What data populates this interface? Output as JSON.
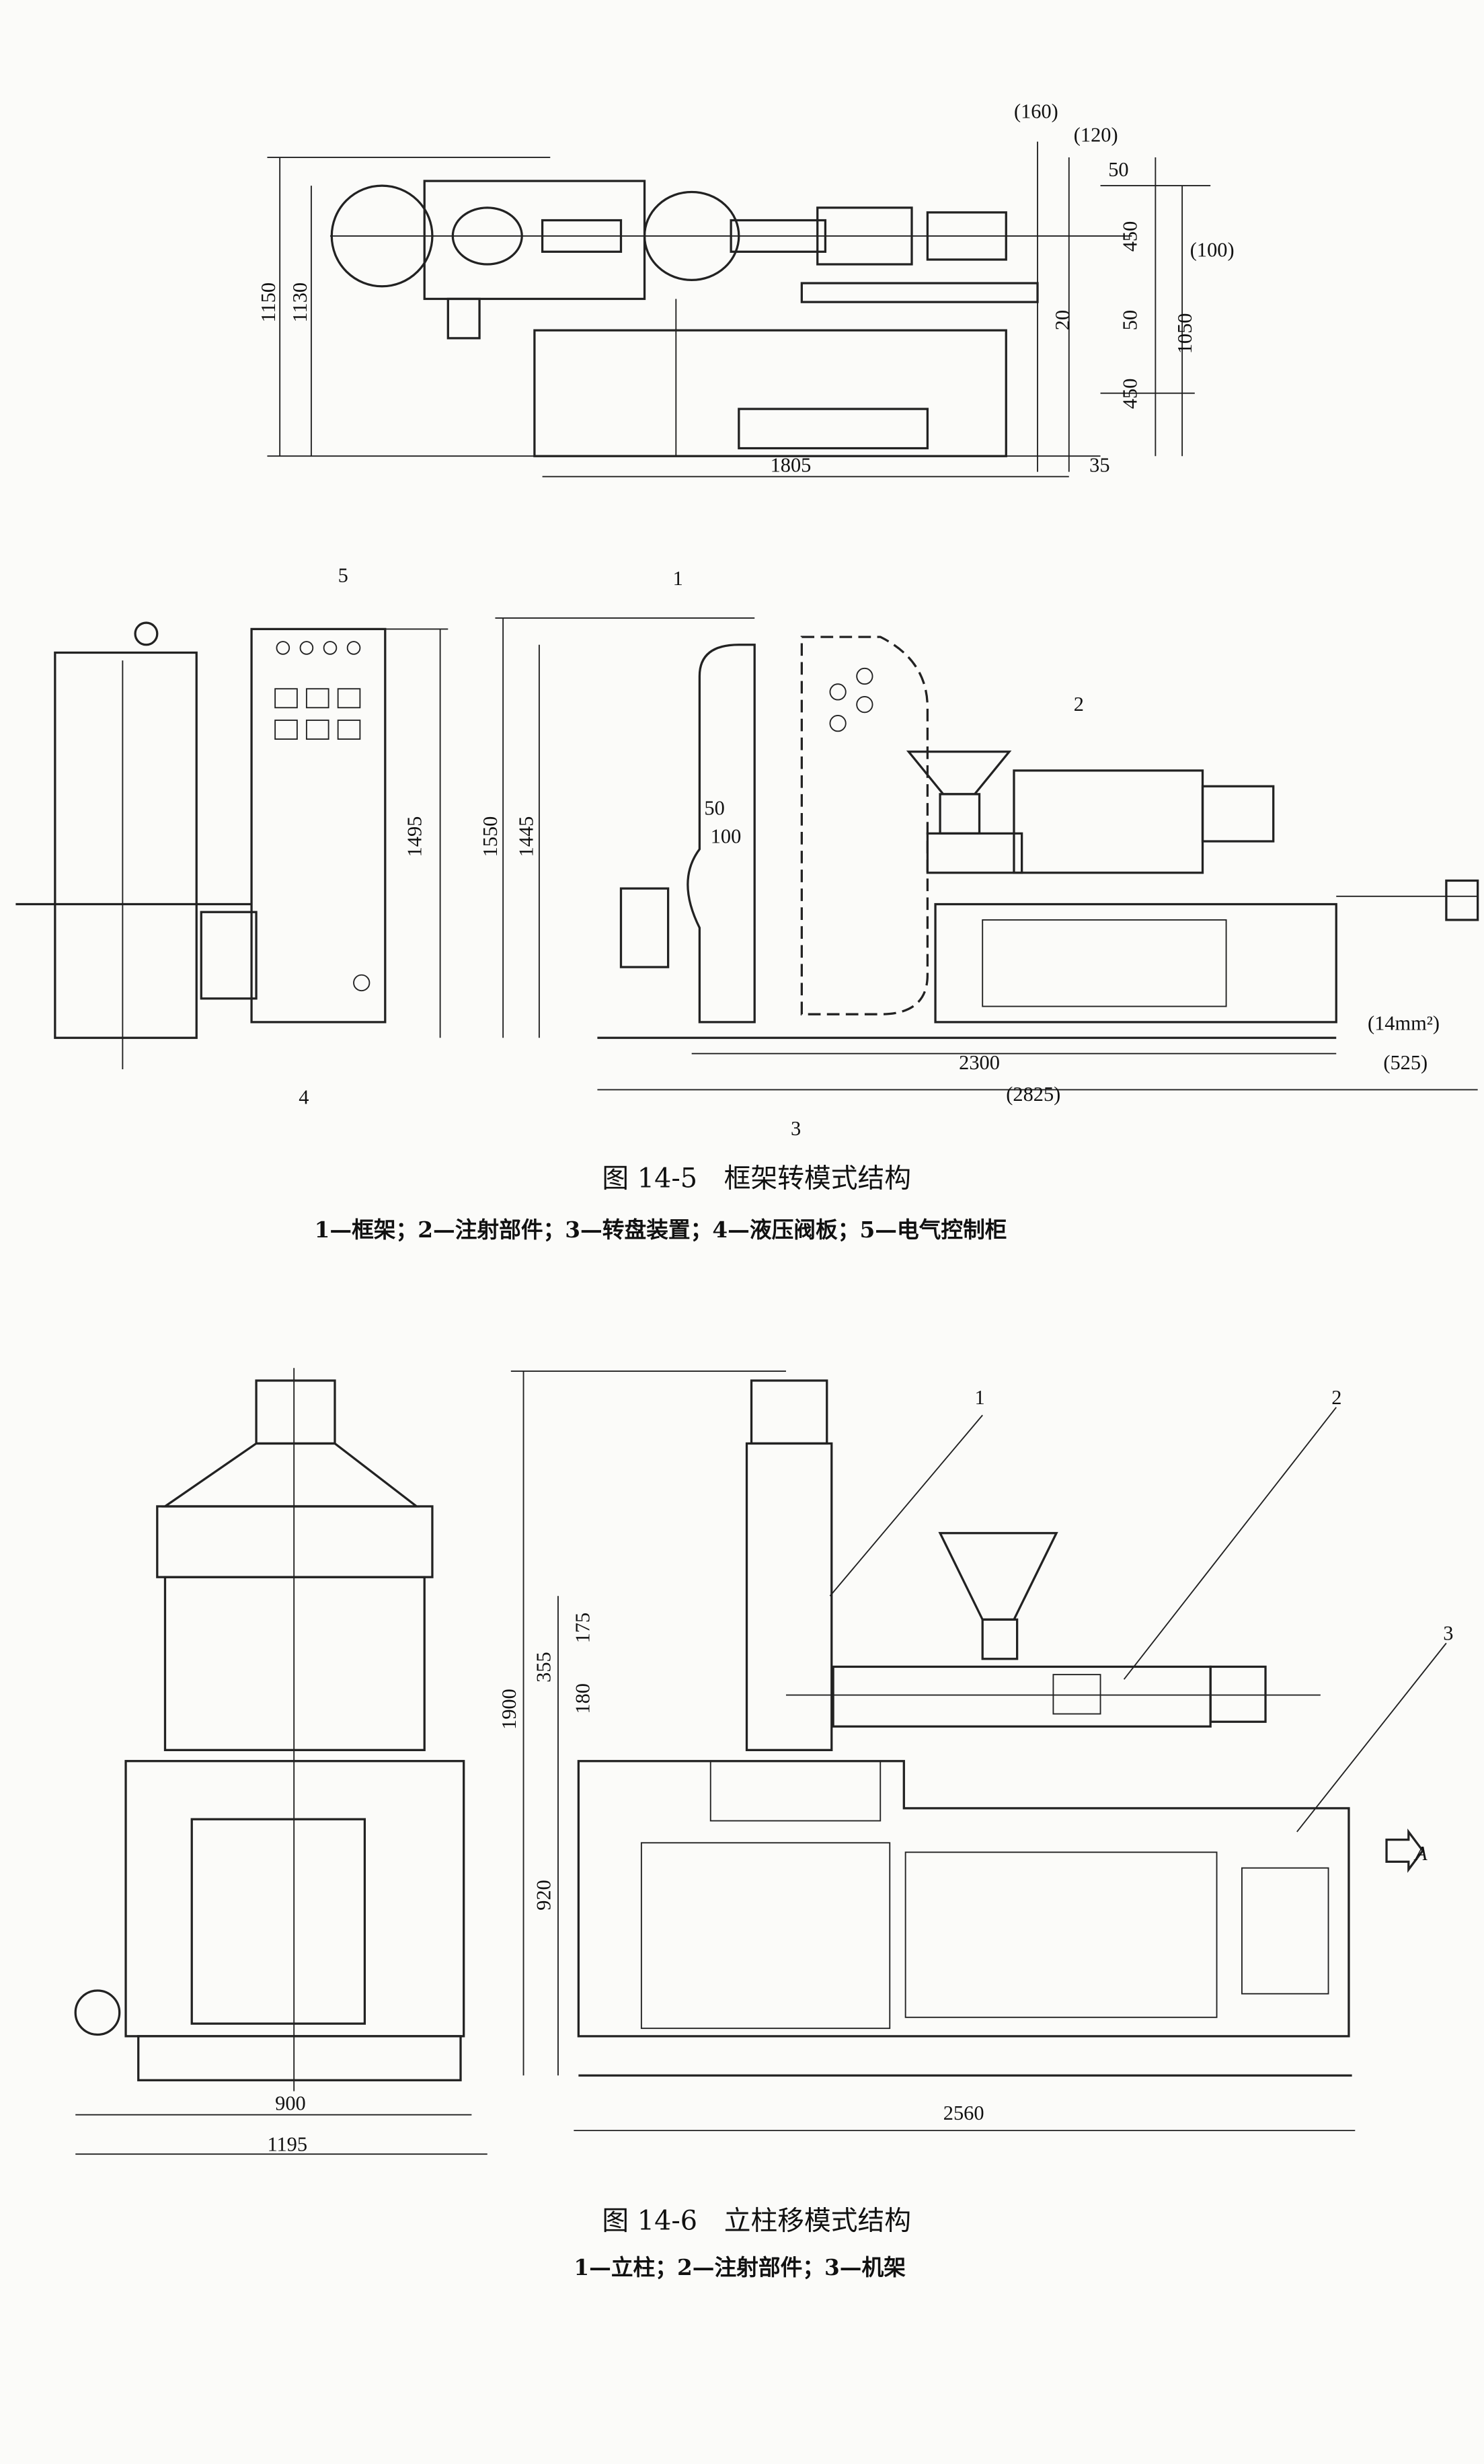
{
  "fig14_5": {
    "top_dims": {
      "d160": "(160)",
      "d120": "(120)",
      "d50a": "50",
      "d450a": "450",
      "d100": "(100)",
      "d50b": "50",
      "d1050": "1050",
      "d450b": "450",
      "d20": "20",
      "d1805": "1805",
      "d35": "35",
      "d1150": "1150",
      "d1130": "1130"
    },
    "mid_dims": {
      "n5": "5",
      "d1495": "1495",
      "n1": "1",
      "n2": "2",
      "d50": "50",
      "d100": "100",
      "d1550": "1550",
      "d1445": "1445",
      "d14mm": "(14mm²)",
      "d2300": "2300",
      "d525": "(525)",
      "d2825": "(2825)",
      "n3": "3",
      "n4": "4"
    },
    "caption": "图 14-5　框架转模式结构",
    "legend": "1—框架；2—注射部件；3—转盘装置；4—液压阀板；5—电气控制柜"
  },
  "fig14_6": {
    "dims": {
      "n1": "1",
      "n2": "2",
      "n3": "3",
      "d1900": "1900",
      "d355": "355",
      "d175": "175",
      "d180": "180",
      "d920": "920",
      "a": "A",
      "d900": "900",
      "d1195": "1195",
      "d2560": "2560"
    },
    "caption": "图 14-6　立柱移模式结构",
    "legend": "1—立柱；2—注射部件；3—机架"
  }
}
